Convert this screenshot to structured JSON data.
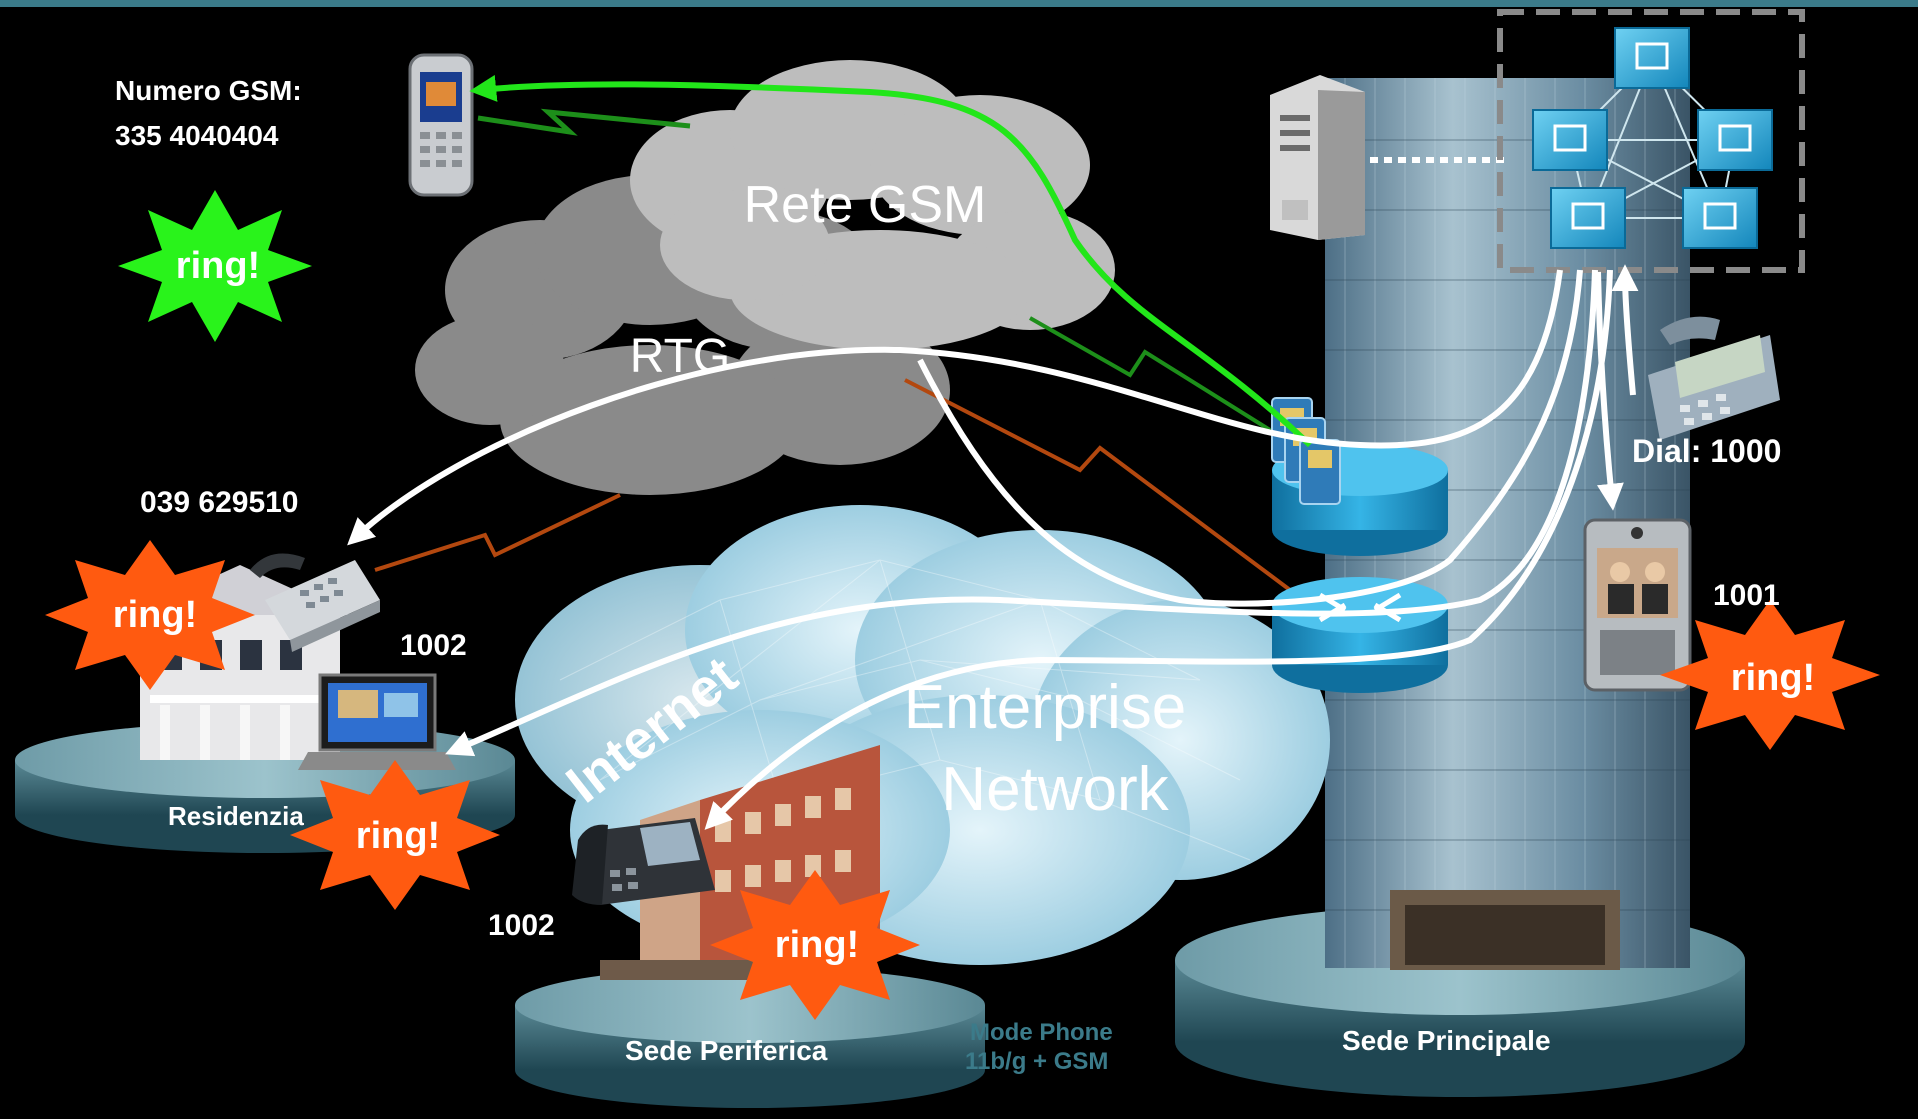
{
  "labels": {
    "gsm_number_title": "Numero GSM:",
    "gsm_number": "335 4040404",
    "rete_gsm": "Rete GSM",
    "rtg": "RTG",
    "home_number": "039 629510",
    "ext_home": "1002",
    "ext_branch": "1002",
    "ext_video": "1001",
    "dial": "Dial: 1000",
    "internet": "Internet",
    "enterprise_1": "Enterprise",
    "enterprise_2": "Network",
    "residenza": "Residenzia",
    "sede_periferica": "Sede Periferica",
    "sede_principale": "Sede Principale",
    "dual_mode_1": "Mode Phone",
    "dual_mode_2": "11b/g + GSM"
  },
  "ring": {
    "text": "ring!",
    "colors": {
      "green": "#29f31b",
      "orange": "#ff5a10",
      "text": "#ffffff"
    }
  },
  "colors": {
    "background": "#000000",
    "top_bar": "#3b7b8a",
    "gsm_cloud": "#bdbdbd",
    "rtg_cloud": "#8a8a8a",
    "enterprise_cloud": "#bfe3ef",
    "pedestal": "#2f6472",
    "router": "#1d9bd0",
    "path_gsm": "#22e61a",
    "path_white": "#ffffff",
    "radio_green": "#1d8f1a",
    "radio_orange": "#b3480f"
  }
}
